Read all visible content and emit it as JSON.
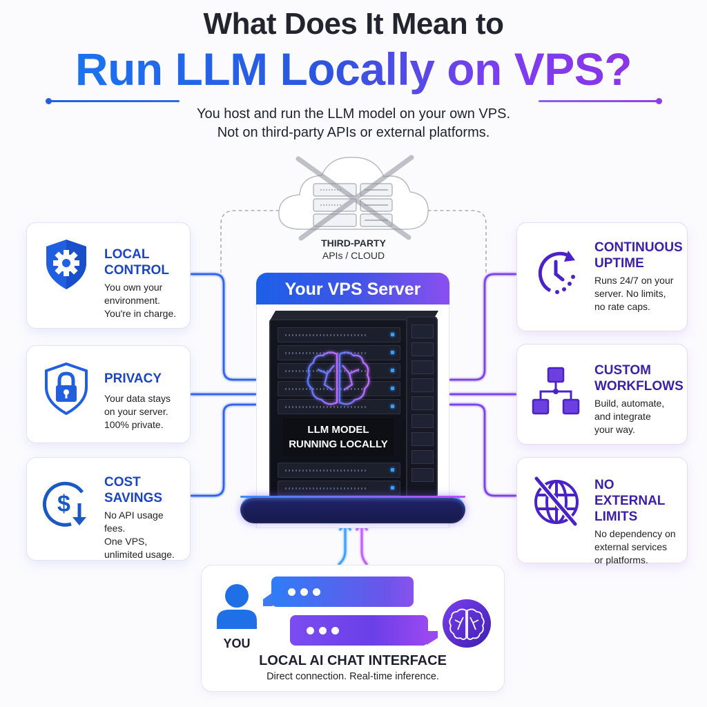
{
  "header": {
    "title_line1": "What Does It Mean to",
    "title_line2": "Run LLM Locally on VPS?",
    "subtitle_line1": "You host and run the LLM model on your own VPS.",
    "subtitle_line2": "Not on third-party APIs or external platforms."
  },
  "cloud": {
    "label_line1": "THIRD-PARTY",
    "label_line2": "APIs / CLOUD",
    "icon": "crossed-out-cloud-servers-icon"
  },
  "server": {
    "header": "Your VPS Server",
    "label_line1": "LLM MODEL",
    "label_line2": "RUNNING LOCALLY",
    "icon": "brain-icon"
  },
  "left_cards": [
    {
      "title_line1": "LOCAL",
      "title_line2": "CONTROL",
      "desc": [
        "You own your",
        "environment.",
        "You're in charge."
      ],
      "icon": "shield-gear-icon"
    },
    {
      "title_line1": "PRIVACY",
      "title_line2": "",
      "desc": [
        "Your data stays",
        "on your server.",
        "100% private."
      ],
      "icon": "shield-lock-icon"
    },
    {
      "title_line1": "COST",
      "title_line2": "SAVINGS",
      "desc": [
        "No API usage fees.",
        "One VPS,",
        "unlimited usage."
      ],
      "icon": "dollar-down-arrow-icon"
    }
  ],
  "right_cards": [
    {
      "title_line1": "CONTINUOUS",
      "title_line2": "UPTIME",
      "desc": [
        "Runs 24/7 on your",
        "server. No limits,",
        "no rate caps."
      ],
      "icon": "clock-refresh-icon"
    },
    {
      "title_line1": "CUSTOM",
      "title_line2": "WORKFLOWS",
      "desc": [
        "Build, automate,",
        "and integrate",
        "your way."
      ],
      "icon": "workflow-hierarchy-icon"
    },
    {
      "title_line1": "NO EXTERNAL",
      "title_line2": "LIMITS",
      "desc": [
        "No dependency on",
        "external services",
        "or platforms."
      ],
      "icon": "globe-slash-icon"
    }
  ],
  "chat": {
    "you_label": "YOU",
    "title": "LOCAL AI CHAT INTERFACE",
    "subtitle": "Direct connection. Real-time inference.",
    "user_icon": "user-icon",
    "ai_icon": "brain-icon"
  },
  "colors": {
    "blue_accent": "#1a44c4",
    "purple_accent": "#3b1fa8",
    "gradient_start": "#1a73f0",
    "gradient_end": "#8a35e6"
  }
}
